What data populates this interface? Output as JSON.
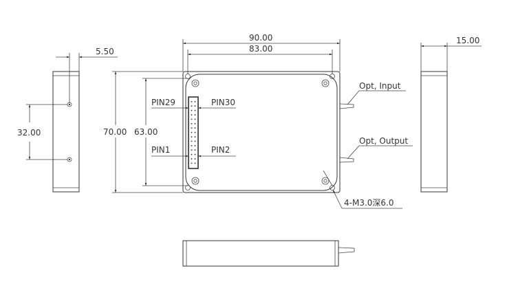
{
  "dimensions": {
    "side_offset": "5.50",
    "hole_spacing": "32.00",
    "width_outer": "90.00",
    "width_holes": "83.00",
    "height_outer": "70.00",
    "height_holes": "63.00",
    "thickness": "15.00"
  },
  "pins": {
    "pin29": "PIN29",
    "pin30": "PIN30",
    "pin1": "PIN1",
    "pin2": "PIN2"
  },
  "ports": {
    "input": "Opt, Input",
    "output": "Opt, Output"
  },
  "mounting_note": "4-M3.0深6.0"
}
